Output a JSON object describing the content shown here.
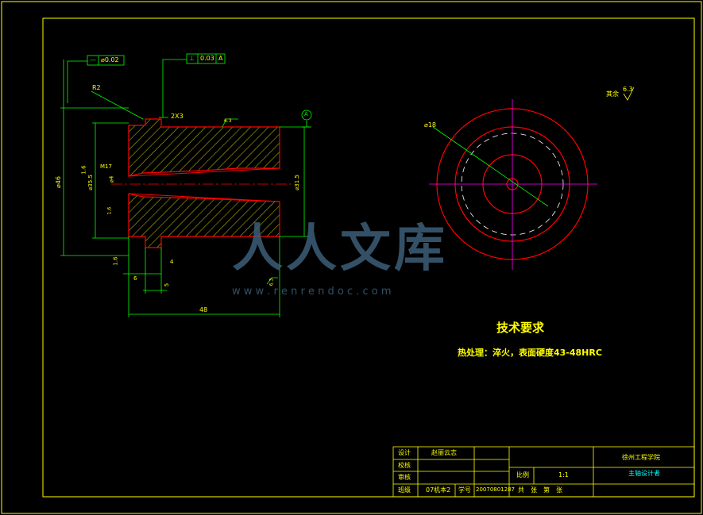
{
  "colors": {
    "background": "#000000",
    "frame": "#ffff00",
    "geometry": "#ff0000",
    "dimension": "#00ff00",
    "hatch": "#ffff00",
    "centerline": "#ff00ff",
    "text": "#ffff00",
    "cyan_text": "#00ffff",
    "tolerance": "#00ff00"
  },
  "tolerances": {
    "runout": {
      "symbol": "—",
      "value": "⌀0.02"
    },
    "perpendicular": {
      "symbol": "⊥",
      "value": "0.03",
      "datum": "A"
    }
  },
  "dimensions": {
    "r2": "R2",
    "chamfer": "2X3",
    "rough_top": "6.3",
    "bore_left": "⌀4",
    "cone_note": "1.6",
    "m_note": "M17",
    "outer_dia": "⌀46",
    "inner_dia": "⌀35.5",
    "right_dia": "⌀31.5",
    "small_rough": "1.6",
    "step_1_6": "1.6",
    "step_6": "6",
    "step_5": "5",
    "step_4": "4",
    "rough_r": "6.3",
    "length": "48",
    "datum_label": "A",
    "center_bore": "⌀18",
    "rest_roughness_label": "其余",
    "rest_roughness_value": "6.3"
  },
  "requirements": {
    "title": "技术要求",
    "text": "热处理：淬火，表面硬度43-48HRC"
  },
  "watermark": {
    "text": "人人文库",
    "url": "w w w . r e n r e n d o c . c o m"
  },
  "title_block": {
    "design_label": "设计",
    "design_value": "赵丽云志",
    "check_label": "校核",
    "review_label": "审核",
    "class_label": "班级",
    "class_value": "07机本2",
    "student_no_label": "学号",
    "student_no_value": "20070801287",
    "scale_label": "比例",
    "scale_value": "1:1",
    "sheet_text": "共　张　第　张",
    "school": "徐州工程学院",
    "drawing_name": "主轴设计者"
  }
}
